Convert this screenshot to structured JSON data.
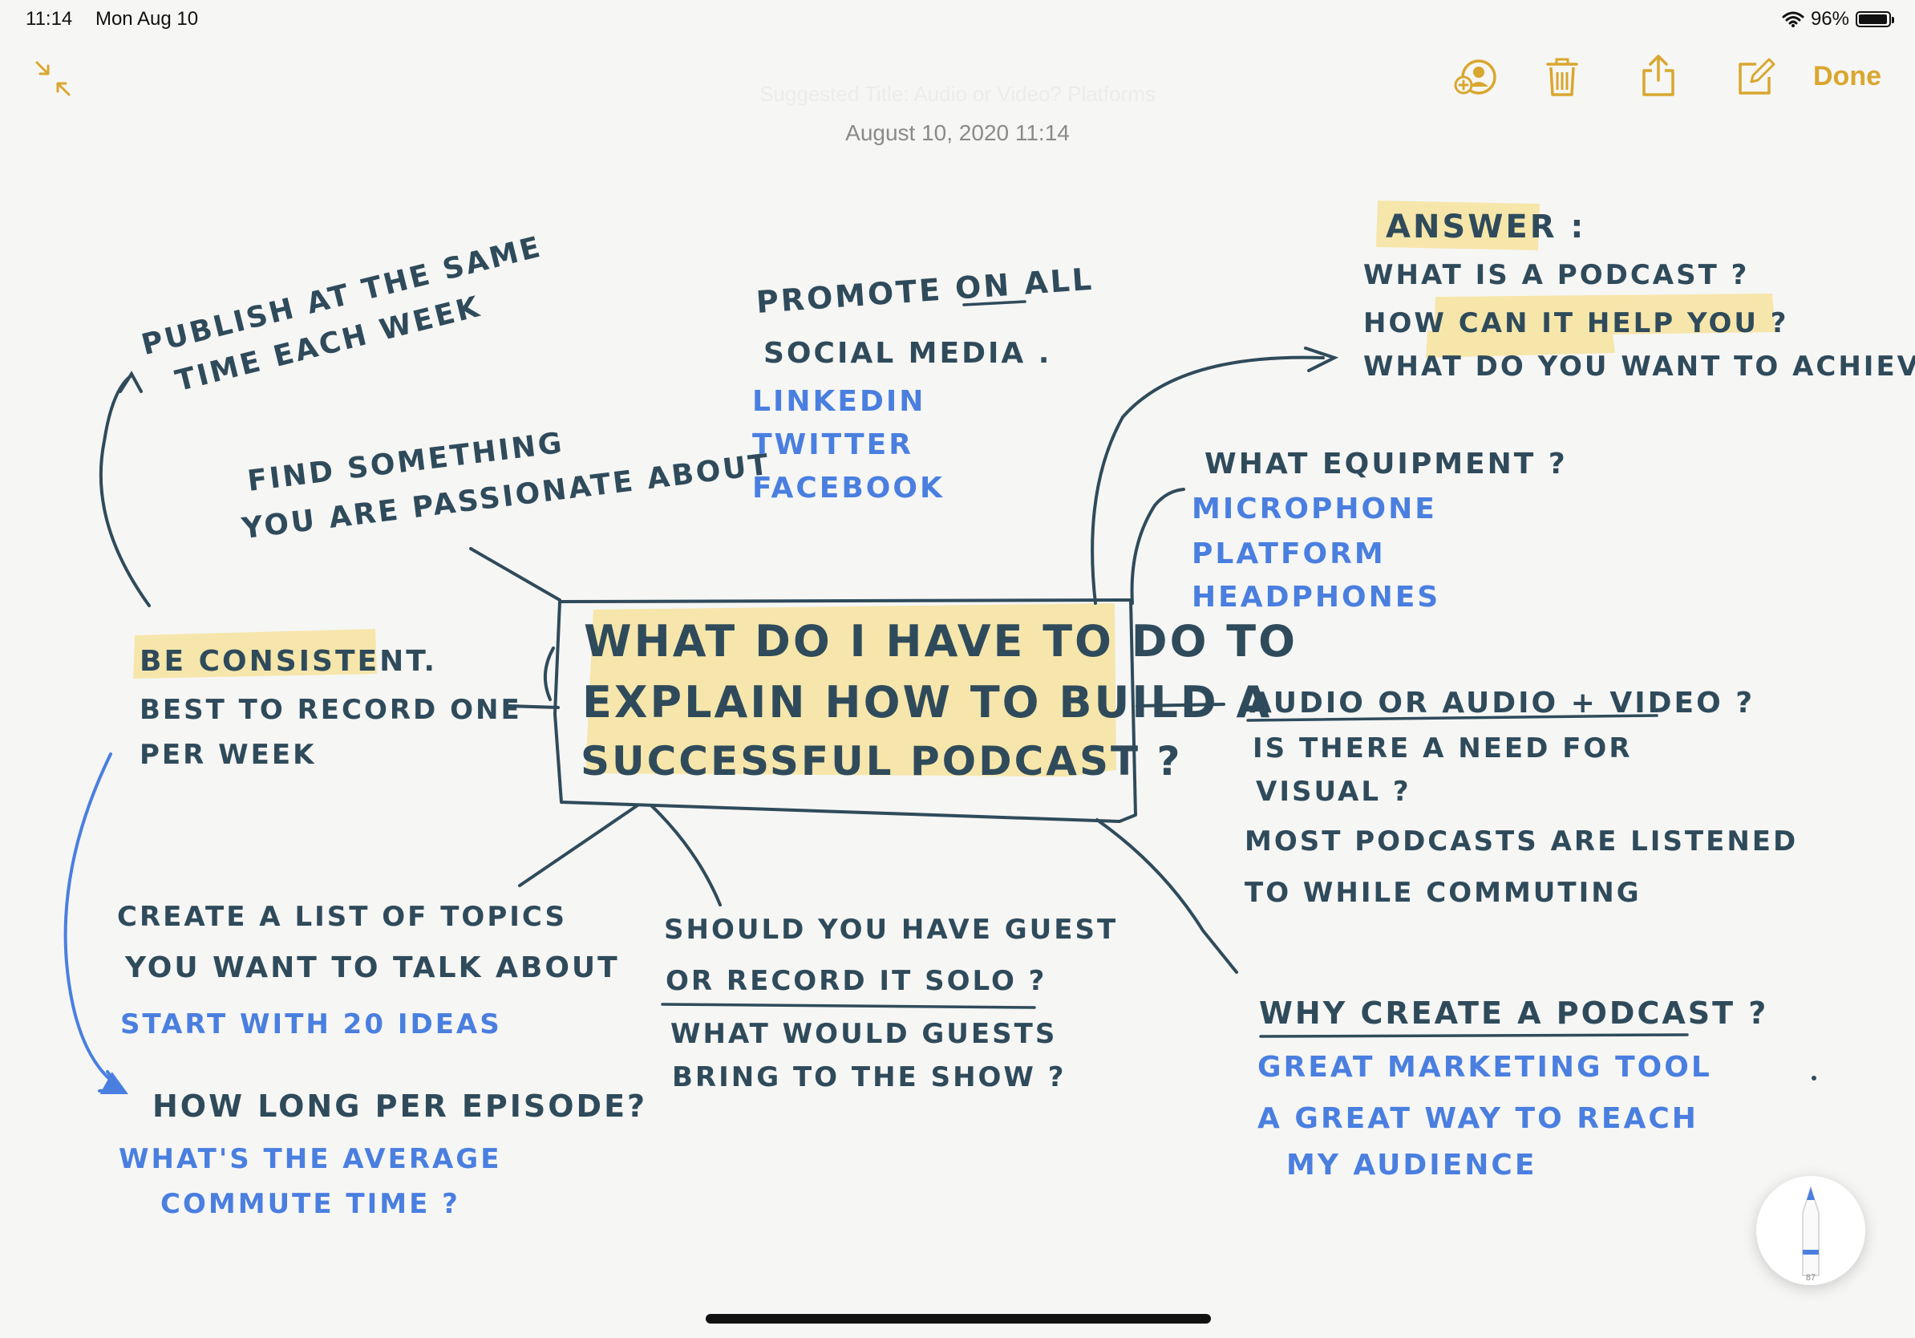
{
  "status_bar": {
    "time": "11:14",
    "date": "Mon Aug 10",
    "battery": "96%",
    "battery_level": 0.96
  },
  "toolbar": {
    "done_label": "Done"
  },
  "note": {
    "faint_title": "Suggested Title: Audio or Video? Platforms",
    "date": "August 10, 2020 11:14",
    "central": [
      "WHAT DO I HAVE TO DO TO",
      "EXPLAIN HOW TO BUILD A",
      "SUCCESSFUL PODCAST ?"
    ],
    "publish": [
      "PUBLISH AT THE SAME",
      "TIME EACH WEEK"
    ],
    "passion": [
      "FIND SOMETHING",
      "YOU ARE PASSIONATE ABOUT"
    ],
    "promote_title": [
      "PROMOTE ON ALL",
      "SOCIAL MEDIA ."
    ],
    "promote_items": [
      "LINKEDIN",
      "TWITTER",
      "FACEBOOK"
    ],
    "answer_title": "ANSWER :",
    "answer_items": [
      "WHAT IS A PODCAST ?",
      "HOW CAN IT HELP YOU ?",
      "WHAT DO YOU WANT TO ACHIEVE?"
    ],
    "equipment_title": "WHAT EQUIPMENT ?",
    "equipment_items": [
      "MICROPHONE",
      "PLATFORM",
      "HEADPHONES"
    ],
    "consistent_title": "BE CONSISTENT.",
    "consistent_body": [
      "BEST TO RECORD ONE",
      "PER WEEK"
    ],
    "audio": [
      "AUDIO OR AUDIO + VIDEO ?",
      "IS THERE A NEED FOR",
      "VISUAL ?",
      "MOST PODCASTS ARE LISTENED",
      "TO WHILE COMMUTING"
    ],
    "topics": [
      "CREATE A LIST OF TOPICS",
      "YOU WANT TO TALK ABOUT"
    ],
    "topics_item": "START WITH 20 IDEAS",
    "episode_title": "HOW LONG PER EPISODE?",
    "episode_items": [
      "WHAT'S THE AVERAGE",
      "COMMUTE TIME ?"
    ],
    "guest": [
      "SHOULD YOU HAVE GUEST",
      "OR RECORD IT SOLO ?",
      "WHAT WOULD GUESTS",
      "BRING TO THE SHOW ?"
    ],
    "why_title": "WHY CREATE A PODCAST ?",
    "why_items": [
      "GREAT MARKETING TOOL",
      "A GREAT WAY TO REACH",
      "MY AUDIENCE"
    ]
  },
  "colors": {
    "ink_dark": "#2f4b5b",
    "ink_blue": "#4a7fe0",
    "highlight": "#f6dc7a",
    "accent": "#d9a72e"
  },
  "icons": {
    "collapse": "collapse-arrows-icon",
    "add_person": "add-person-icon",
    "trash": "trash-icon",
    "share": "share-icon",
    "compose": "compose-icon",
    "wifi": "wifi-icon",
    "pencil": "pencil-icon"
  },
  "pencil_label": "87"
}
